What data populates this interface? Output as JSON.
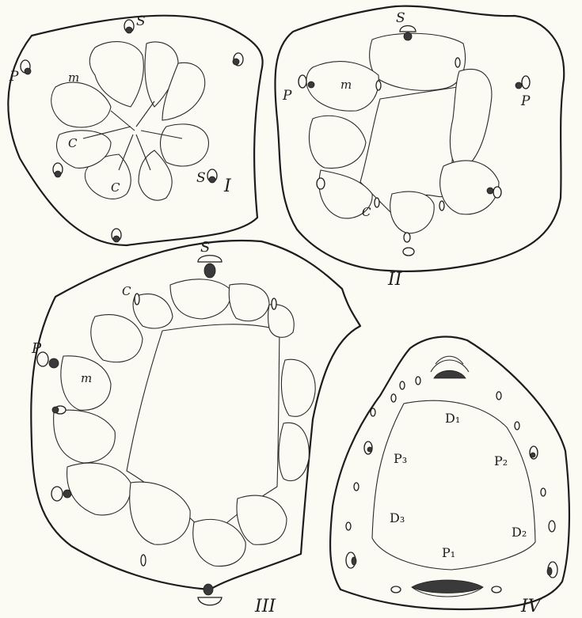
{
  "labels": {
    "fig1": {
      "numeral": "I",
      "s1": "S",
      "s2": "S",
      "p": "P",
      "m": "m",
      "c1": "C",
      "c2": "C"
    },
    "fig2": {
      "numeral": "II",
      "s": "S",
      "p1": "P",
      "p2": "P",
      "m": "m",
      "c": "C"
    },
    "fig3": {
      "numeral": "III",
      "s": "S",
      "p": "P",
      "m": "m",
      "c": "C"
    },
    "fig4": {
      "numeral": "IV",
      "d1": "D₁",
      "d2": "D₂",
      "d3": "D₃",
      "p1": "P₁",
      "p2": "P₂",
      "p3": "P₃"
    }
  },
  "colors": {
    "ink": "#1d1d1d",
    "paper": "#fbfaf3"
  }
}
